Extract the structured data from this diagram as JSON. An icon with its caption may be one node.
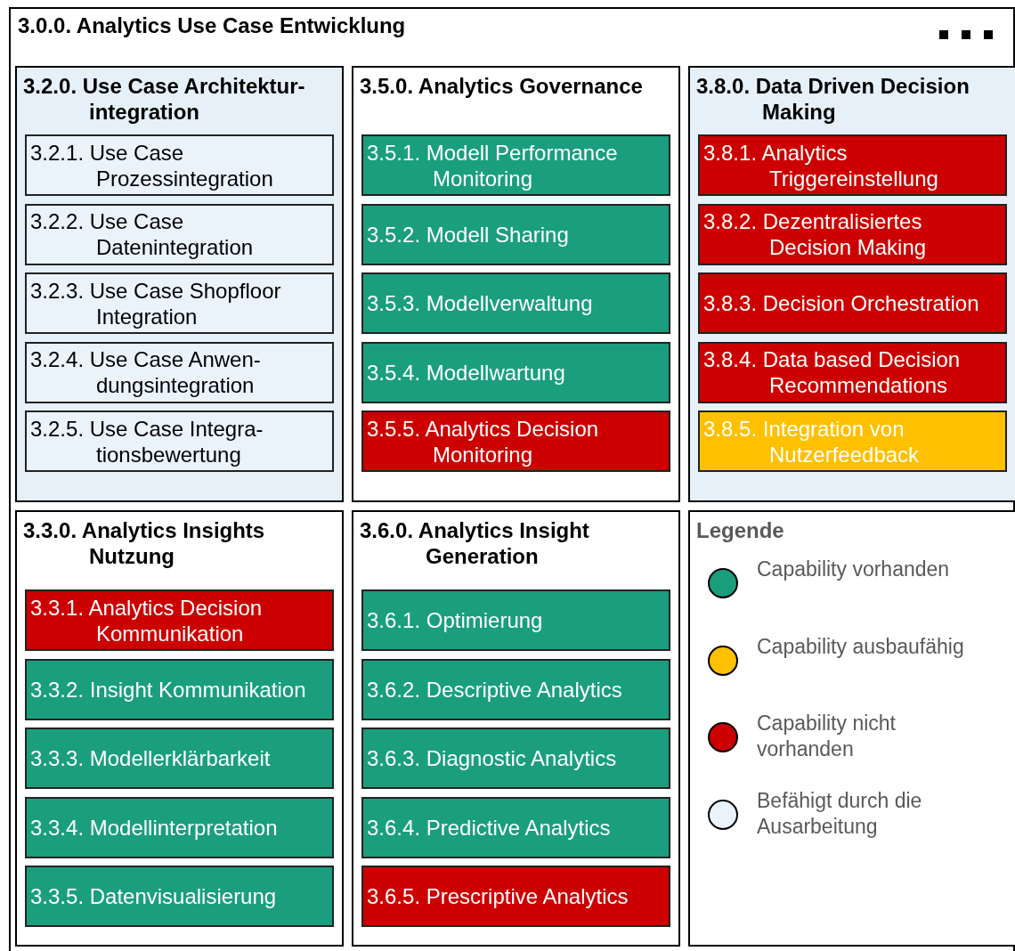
{
  "diagram": {
    "nodes": [
      {
        "text": [
          "3.0.0. Analytics Use Case Entwicklung"
        ]
      },
      {
        "text": [
          "3.2.0. Use Case Architektur-integration"
        ],
        "in": 0
      },
      {
        "text": [
          "3.2.1. Use Case Prozessintegration"
        ],
        "in": 1
      },
      {
        "text": [
          "3.2.2. Use Case Datenintegration"
        ],
        "in": 1
      },
      {
        "text": [
          "3.2.3. Use Case Shopfloor Integration"
        ],
        "in": 1
      },
      {
        "text": [
          "3.2.4. Use Case Anwen-dungsintegration"
        ],
        "in": 1
      },
      {
        "text": [
          "3.2.5. Use Case Integra-tionsbewertung"
        ],
        "in": 1
      },
      {
        "text": [
          "3.5.0. Analytics Governance"
        ],
        "in": 0
      },
      {
        "text": [
          "3.5.1. Modell Performance Monitoring"
        ],
        "in": 7
      },
      {
        "text": [
          "3.5.2. Modell Sharing"
        ],
        "in": 7
      },
      {
        "text": [
          "3.5.3. Modellverwaltung"
        ],
        "in": 7
      },
      {
        "text": [
          "3.5.4. Modellwartung"
        ],
        "in": 7
      },
      {
        "text": [
          "3.5.5. Analytics Decision Monitoring"
        ],
        "in": 7
      },
      {
        "text": [
          "3.8.0. Data Driven Decision Making"
        ],
        "in": 0
      },
      {
        "text": [
          "3.8.1. Analytics Triggereinstellung"
        ],
        "in": 13
      },
      {
        "text": [
          "3.8.2. Dezentralisiertes Decision Making"
        ],
        "in": 13
      },
      {
        "text": [
          "3.8.3. Decision Orchestration"
        ],
        "in": 13
      },
      {
        "text": [
          "3.8.4. Data based Decision Recommendations"
        ],
        "in": 13
      },
      {
        "text": [
          "3.8.5. Integration von Nutzerfeedback"
        ],
        "in": 13
      },
      {
        "text": [
          "3.3.0. Analytics Insights Nutzung"
        ],
        "in": 0
      },
      {
        "text": [
          "3.3.1. Analytics Decision Kommunikation"
        ],
        "in": 19
      },
      {
        "text": [
          "3.3.2. Insight Kommunikation"
        ],
        "in": 19
      },
      {
        "text": [
          "3.3.3. Modellerklärbarkeit"
        ],
        "in": 19
      },
      {
        "text": [
          "3.3.4. Modellinterpretation"
        ],
        "in": 19
      },
      {
        "text": [
          "3.3.5. Datenvisualisierung"
        ],
        "in": 19
      },
      {
        "text": [
          "3.6.0. Analytics Insight Generation"
        ],
        "in": 0
      },
      {
        "text": [
          "3.6.1. Optimierung"
        ],
        "in": 25
      },
      {
        "text": [
          "3.6.2. Descriptive Analytics"
        ],
        "in": 25
      },
      {
        "text": [
          "3.6.3. Diagnostic Analytics"
        ],
        "in": 25
      },
      {
        "text": [
          "3.6.4. Predictive Analytics"
        ],
        "in": 25
      },
      {
        "text": [
          "3.6.5. Prescriptive Analytics"
        ],
        "in": 25
      }
    ],
    "labels": [
      "Legende"
    ],
    "legend": [
      {
        "text": "Capability vorhanden",
        "color": "#1a9e7e"
      },
      {
        "text": "Capability ausbaufähig",
        "color": "#ffc000"
      },
      {
        "text": "Capability nicht vorhanden",
        "color": "#cc0000"
      },
      {
        "text": "Befähigt durch die Ausarbeitung",
        "color": "#eaf2fa"
      }
    ]
  }
}
